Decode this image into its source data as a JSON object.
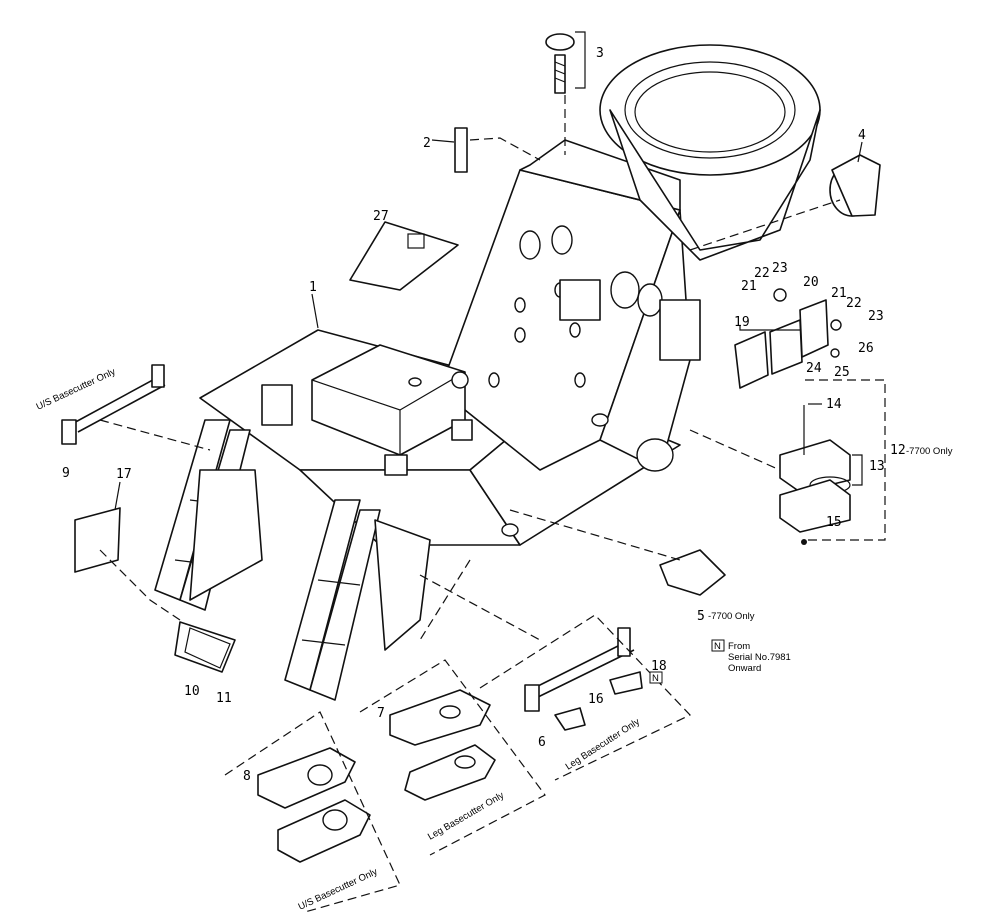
{
  "callouts": {
    "c1": "1",
    "c2": "2",
    "c3": "3",
    "c4": "4",
    "c5": "5",
    "c6": "6",
    "c7": "7",
    "c8": "8",
    "c9": "9",
    "c10": "10",
    "c11": "11",
    "c12": "12",
    "c13": "13",
    "c14": "14",
    "c15": "15",
    "c16": "16",
    "c17": "17",
    "c18": "18",
    "c19": "19",
    "c20": "20",
    "c21a": "21",
    "c21b": "21",
    "c22a": "22",
    "c22b": "22",
    "c23a": "23",
    "c23b": "23",
    "c24": "24",
    "c25": "25",
    "c26": "26",
    "c27": "27"
  },
  "notes": {
    "only_7700_a": "-7700 Only",
    "only_7700_b": "-7700 Only",
    "us_basecutter_left": "U/S Basecutter Only",
    "us_basecutter_bottom": "U/S Basecutter Only",
    "leg_basecutter_a": "Leg Basecutter Only",
    "leg_basecutter_b": "Leg Basecutter Only",
    "from_badge": "N",
    "from_line1": "From",
    "from_line2": "Serial No.7981",
    "from_line3": "Onward",
    "badge_18": "N"
  },
  "style": {
    "ink": "#111111",
    "paper": "#ffffff"
  }
}
